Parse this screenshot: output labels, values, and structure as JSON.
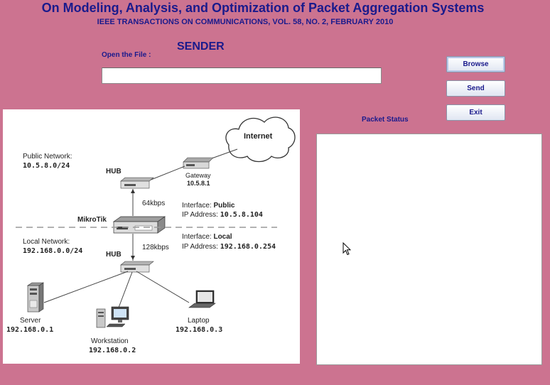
{
  "header": {
    "title": "On Modeling, Analysis, and Optimization of Packet Aggregation Systems",
    "subtitle": "IEEE TRANSACTIONS ON COMMUNICATIONS, VOL. 58, NO. 2, FEBRUARY 2010"
  },
  "form": {
    "open_file_label": "Open the File :",
    "heading": "SENDER",
    "file_path": ""
  },
  "buttons": {
    "browse": "Browse",
    "send": "Send",
    "exit": "Exit"
  },
  "status": {
    "label": "Packet Status",
    "content": ""
  },
  "diagram": {
    "internet": "Internet",
    "gateway_label": "Gateway",
    "gateway_ip": "10.5.8.1",
    "public_network_label": "Public Network:",
    "public_network_addr": "10.5.8.0/24",
    "hub_top": "HUB",
    "speed_top": "64kbps",
    "router": "MikroTik",
    "public_iface_prefix": "Interface: ",
    "public_iface_name": "Public",
    "public_ip_prefix": "IP Address: ",
    "public_ip": "10.5.8.104",
    "local_network_label": "Local Network:",
    "local_network_addr": "192.168.0.0/24",
    "hub_bottom": "HUB",
    "speed_bottom": "128kbps",
    "local_iface_prefix": "Interface: ",
    "local_iface_name": "Local",
    "local_ip_prefix": "IP Address: ",
    "local_ip": "192.168.0.254",
    "server_label": "Server",
    "server_ip": "192.168.0.1",
    "workstation_label": "Workstation",
    "workstation_ip": "192.168.0.2",
    "laptop_label": "Laptop",
    "laptop_ip": "192.168.0.3"
  }
}
